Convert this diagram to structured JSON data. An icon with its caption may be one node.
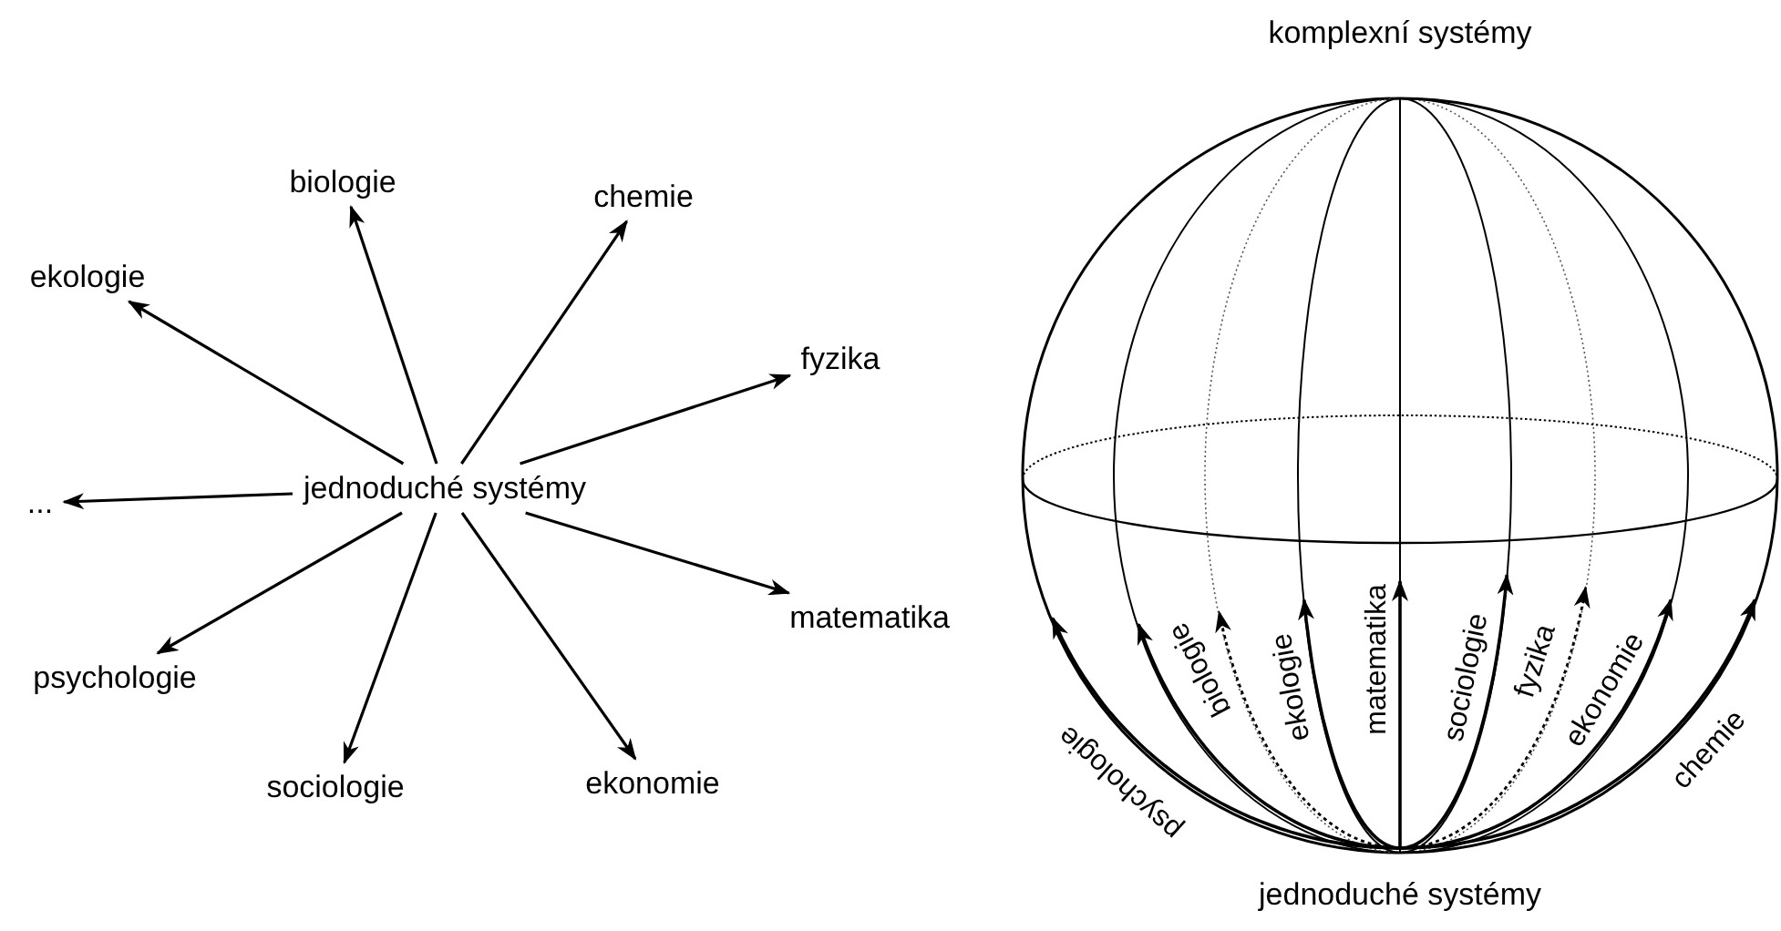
{
  "diagram": {
    "nodes": [
      {
        "text": [
          "jednoduché systémy"
        ]
      },
      {
        "text": [
          "biologie"
        ]
      },
      {
        "text": [
          "chemie"
        ]
      },
      {
        "text": [
          "ekologie"
        ]
      },
      {
        "text": [
          "fyzika"
        ]
      },
      {
        "text": [
          "..."
        ]
      },
      {
        "text": [
          "matematika"
        ]
      },
      {
        "text": [
          "psychologie"
        ]
      },
      {
        "text": [
          "ekonomie"
        ]
      },
      {
        "text": [
          "sociologie"
        ]
      },
      {
        "text": [
          "jednoduché systémy"
        ]
      }
    ],
    "labels": [
      "komplexní systémy"
    ],
    "edges": [
      {
        "from": 0,
        "to": 1,
        "arrow": "to"
      },
      {
        "from": 0,
        "to": 2,
        "arrow": "to"
      },
      {
        "from": 0,
        "to": 3,
        "arrow": "to"
      },
      {
        "from": 0,
        "to": 4,
        "arrow": "to"
      },
      {
        "from": 0,
        "to": 5,
        "arrow": "to"
      },
      {
        "from": 0,
        "to": 6,
        "arrow": "to"
      },
      {
        "from": 0,
        "to": 7,
        "arrow": "to"
      },
      {
        "from": 0,
        "to": 8,
        "arrow": "to"
      },
      {
        "from": 0,
        "to": 9,
        "arrow": "to"
      },
      {
        "from": 10,
        "to": null,
        "arrow": "to",
        "label": "psychologie"
      },
      {
        "from": 10,
        "to": null,
        "arrow": "to",
        "label": "biologie"
      },
      {
        "from": 10,
        "to": null,
        "arrow": "to",
        "style": "dashed"
      },
      {
        "from": 10,
        "to": null,
        "arrow": "to",
        "label": "ekologie"
      },
      {
        "from": 10,
        "to": null,
        "arrow": "to",
        "label": "matematika"
      },
      {
        "from": 10,
        "to": null,
        "arrow": "to",
        "label": "sociologie"
      },
      {
        "from": 10,
        "to": null,
        "arrow": "to",
        "label": "fyzika",
        "style": "dashed"
      },
      {
        "from": 10,
        "to": null,
        "arrow": "to",
        "label": "ekonomie"
      },
      {
        "from": 10,
        "to": null,
        "arrow": "to",
        "label": "chemie"
      }
    ]
  }
}
